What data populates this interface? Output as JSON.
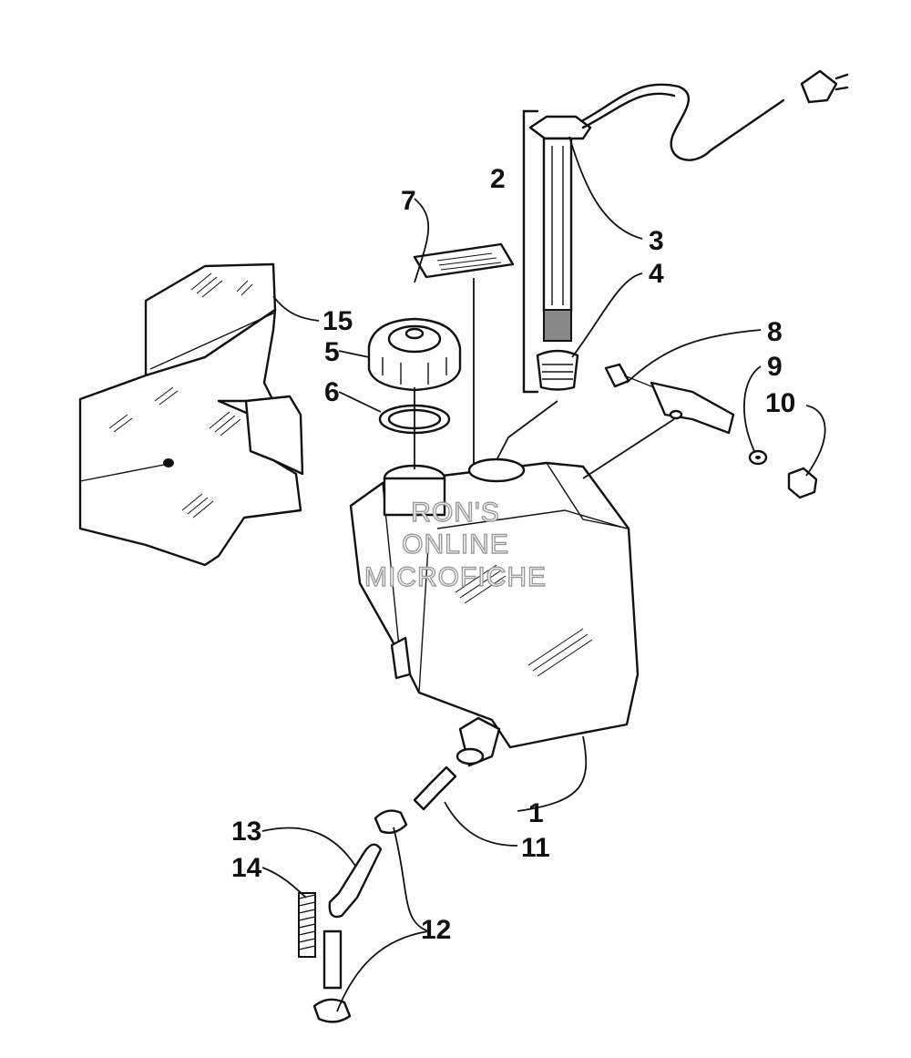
{
  "watermark": {
    "line1": "RON'S",
    "line2": "ONLINE",
    "line3": "MICROFICHE"
  },
  "callouts": [
    {
      "id": "1",
      "part": "fuel-tank"
    },
    {
      "id": "2",
      "part": "fuel-gauge-sender-assembly"
    },
    {
      "id": "3",
      "part": "sender-cap"
    },
    {
      "id": "4",
      "part": "sender-grommet"
    },
    {
      "id": "5",
      "part": "filler-cap"
    },
    {
      "id": "6",
      "part": "cap-gasket"
    },
    {
      "id": "7",
      "part": "decal"
    },
    {
      "id": "8",
      "part": "bolt"
    },
    {
      "id": "9",
      "part": "washer"
    },
    {
      "id": "10",
      "part": "lock-nut"
    },
    {
      "id": "11",
      "part": "fitting"
    },
    {
      "id": "12",
      "part": "hose-clamp"
    },
    {
      "id": "13",
      "part": "fuel-hose"
    },
    {
      "id": "14",
      "part": "spring"
    },
    {
      "id": "15",
      "part": "heat-shield"
    }
  ]
}
